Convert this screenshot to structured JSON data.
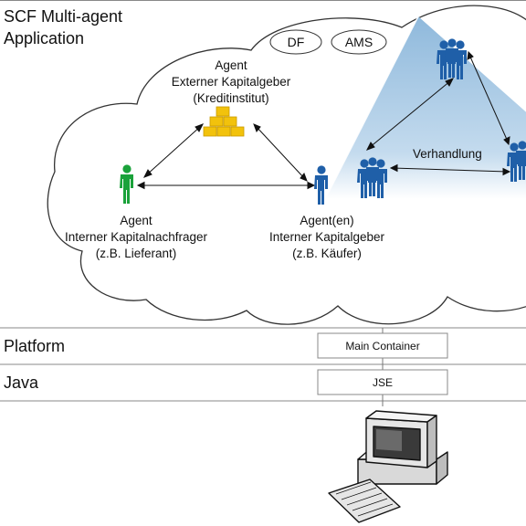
{
  "title": {
    "line1": "SCF Multi-agent",
    "line2": "Application"
  },
  "services": [
    "DF",
    "AMS"
  ],
  "agents": {
    "external": {
      "line1": "Agent",
      "line2": "Externer Kapitalgeber",
      "line3": "(Kreditinstitut)",
      "icon": "gold-bars-icon"
    },
    "internal_demand": {
      "line1": "Agent",
      "line2": "Interner Kapitalnachfrager",
      "line3": "(z.B. Lieferant)",
      "icon": "person-icon",
      "color": "#1aa23a"
    },
    "internal_supply": {
      "line1": "Agent(en)",
      "line2": "Interner Kapitalgeber",
      "line3": "(z.B. Käufer)",
      "icon": "person-icon",
      "color": "#1f5fa8"
    }
  },
  "negotiation": {
    "label": "Verhandlung",
    "icon": "group-icon",
    "color": "#1f5fa8",
    "area_color": "#a9cbe6"
  },
  "layers": [
    {
      "label": "Platform",
      "box": "Main Container"
    },
    {
      "label": "Java",
      "box": "JSE"
    }
  ],
  "computer": {
    "icon": "desktop-computer-icon"
  }
}
